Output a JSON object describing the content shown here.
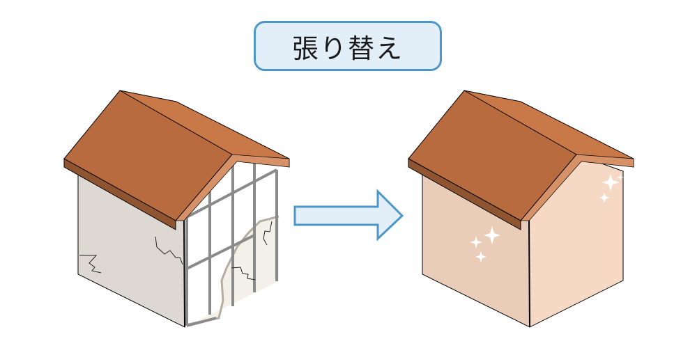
{
  "title": {
    "label": "張り替え"
  },
  "colors": {
    "title_border": "#4d97c8",
    "title_fill": "#e2eff8",
    "roof_top": "#b86b3f",
    "roof_back": "#c97847",
    "roof_edge": "#8f5530",
    "roof_gable_edge": "#d69168",
    "old_wall_front": "#ddd8d2",
    "old_wall_side": "#f3efe9",
    "frame": "#8a8a8a",
    "new_wall_front": "#e9cdb9",
    "new_wall_side": "#f5d9c5",
    "arrow_fill": "#e2eff8",
    "arrow_stroke": "#4d97c8"
  },
  "illustrations": {
    "before": {
      "label": "old-house-with-cracked-siding"
    },
    "after": {
      "label": "new-house-with-sparkles"
    },
    "arrow": {
      "label": "right-arrow"
    }
  }
}
